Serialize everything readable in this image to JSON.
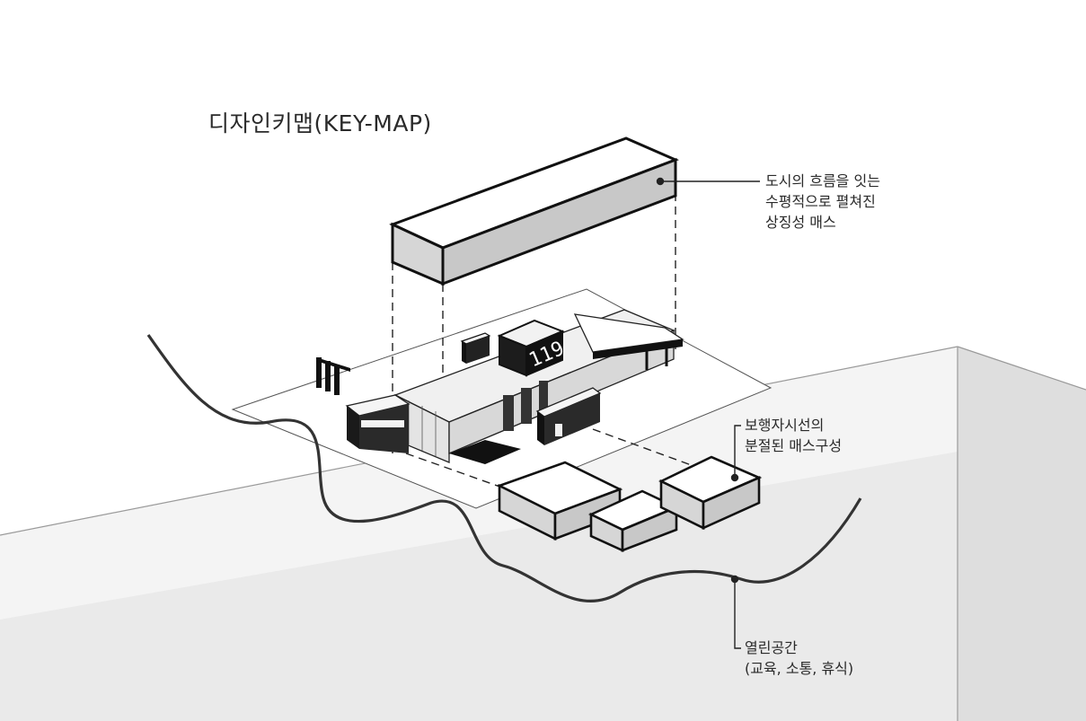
{
  "title": "디자인키맵(KEY-MAP)",
  "annotations": {
    "top": {
      "lines": [
        "도시의 흐름을 잇는",
        "수평적으로 펼쳐진",
        "상징성 매스"
      ]
    },
    "middle": {
      "lines": [
        "보행자시선의",
        "분절된 매스구성"
      ]
    },
    "bottom": {
      "lines": [
        "열린공간",
        "(교육, 소통, 휴식)"
      ]
    }
  },
  "building_number": "119",
  "colors": {
    "mass_gray": "#cfcfcf",
    "ground_gray": "#e8e8e8",
    "outline": "#111111",
    "curve": "#3a3a3a"
  }
}
